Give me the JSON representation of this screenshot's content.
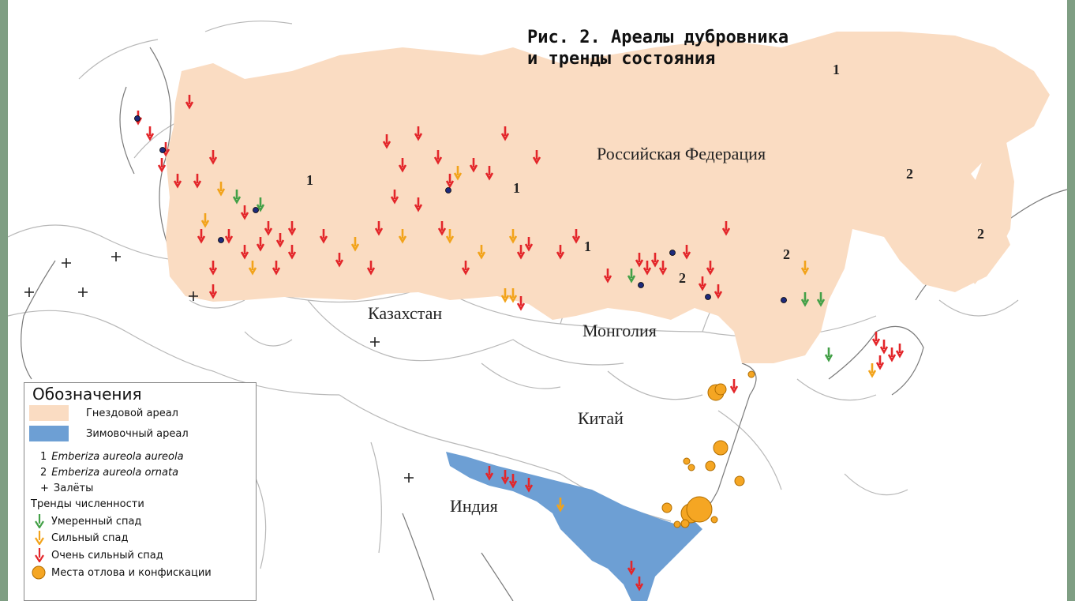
{
  "title": "Рис. 2. Ареалы дубровника\nи тренды состояния",
  "countries": {
    "russia": "Российская Федерация",
    "kazakhstan": "Казахстан",
    "mongolia": "Монголия",
    "china": "Китай",
    "india": "Индия"
  },
  "subspecies_numbers": [
    "1",
    "2"
  ],
  "legend": {
    "heading": "Обозначения",
    "breeding": "Гнездовой ареал",
    "wintering": "Зимовочный ареал",
    "ssp1_num": "1",
    "ssp1": "Emberiza aureola aureola",
    "ssp2_num": "2",
    "ssp2": "Emberiza aureola ornata",
    "vagrant_symbol": "+",
    "vagrant": "Залёты",
    "trends_heading": "Тренды численности",
    "moderate": "Умеренный спад",
    "strong": "Сильный спад",
    "very_strong": "Очень сильный спад",
    "capture": "Места отлова и конфискации"
  },
  "colors": {
    "breeding": "#fadcc2",
    "wintering": "#6d9fd4",
    "moderate": "#43a047",
    "strong": "#f2a31a",
    "very_strong": "#e3262a",
    "capture": "#f5a623",
    "frame": "#7f9e83"
  },
  "icons": {
    "trend_marker": "down-arrow-icon",
    "capture_marker": "circle-icon",
    "vagrant_marker": "plus-icon",
    "breeding_site": "dot-icon"
  }
}
